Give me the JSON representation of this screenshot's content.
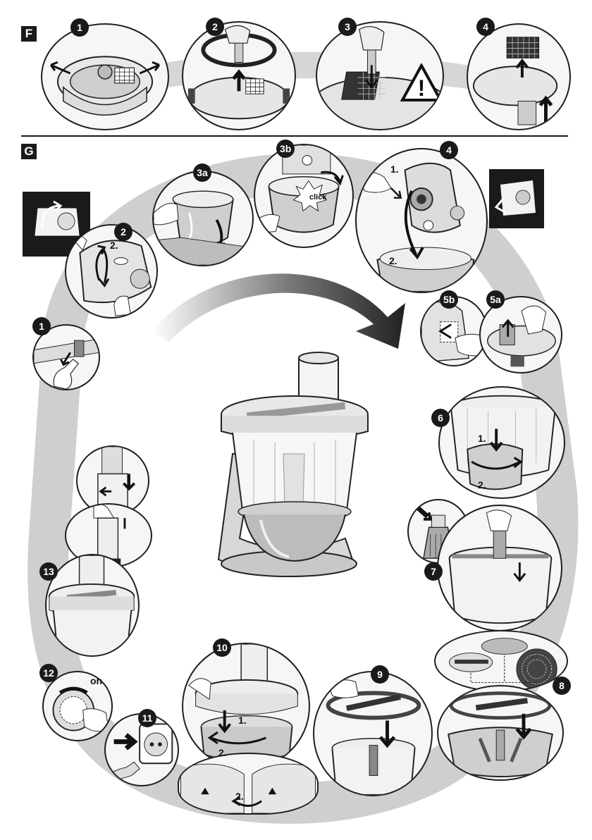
{
  "sections": {
    "f": {
      "label": "F"
    },
    "g": {
      "label": "G"
    }
  },
  "section_f_steps": [
    {
      "id": "1"
    },
    {
      "id": "2"
    },
    {
      "id": "3"
    },
    {
      "id": "4"
    }
  ],
  "section_g_steps": [
    {
      "id": "1"
    },
    {
      "id": "2",
      "sublabel_a": "2."
    },
    {
      "id": "3a"
    },
    {
      "id": "3b",
      "sublabel_a": "click"
    },
    {
      "id": "4",
      "sublabel_a": "1.",
      "sublabel_b": "2."
    },
    {
      "id": "5b"
    },
    {
      "id": "5a"
    },
    {
      "id": "6",
      "sublabel_a": "1.",
      "sublabel_b": "2."
    },
    {
      "id": "7"
    },
    {
      "id": "8"
    },
    {
      "id": "9"
    },
    {
      "id": "10",
      "sublabel_a": "1.",
      "sublabel_b": "2."
    },
    {
      "id": "11"
    },
    {
      "id": "12",
      "sublabel_a": "on"
    },
    {
      "id": "13"
    }
  ],
  "warning_symbol": "!",
  "bottom_label": "2.",
  "colors": {
    "ink": "#1a1a1a",
    "swoosh": "#c8c8c8",
    "panel": "#f6f6f6",
    "metal": "#b9b9b9"
  },
  "icons": {
    "warning": "warning-triangle-icon",
    "arrow": "direction-arrow-icon",
    "plug": "power-plug-icon",
    "socket": "wall-socket-icon"
  }
}
